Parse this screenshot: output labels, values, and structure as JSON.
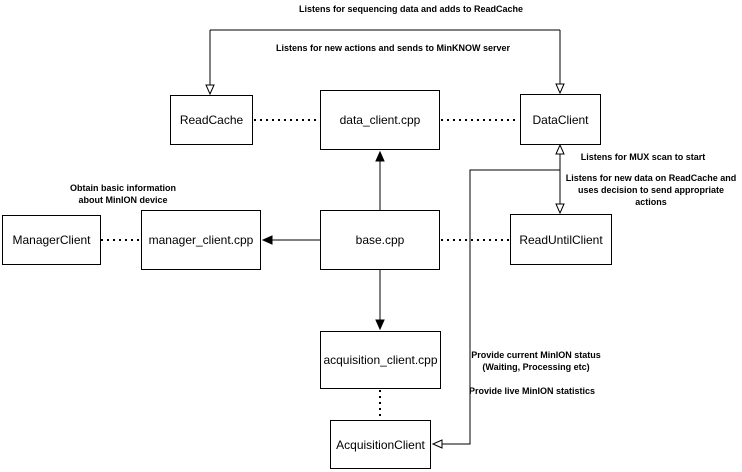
{
  "diagram": {
    "title": "Read-until client architecture diagram",
    "colors": {
      "stroke": "#000000",
      "node_fill": "#ffffff",
      "text": "#000000",
      "background": "#ffffff"
    },
    "nodes": [
      {
        "id": "readcache",
        "label": "ReadCache"
      },
      {
        "id": "data_client_cpp",
        "label": "data_client.cpp"
      },
      {
        "id": "dataclient",
        "label": "DataClient"
      },
      {
        "id": "managerclient",
        "label": "ManagerClient"
      },
      {
        "id": "manager_client_cpp",
        "label": "manager_client.cpp"
      },
      {
        "id": "base_cpp",
        "label": "base.cpp"
      },
      {
        "id": "readuntilclient",
        "label": "ReadUntilClient"
      },
      {
        "id": "acquisition_client_cpp",
        "label": "acquisition_client.cpp"
      },
      {
        "id": "acquisitionclient",
        "label": "AcquisitionClient"
      }
    ],
    "annotations": [
      {
        "id": "top-label",
        "text": "Listens for sequencing data and adds to ReadCache"
      },
      {
        "id": "minknow-label",
        "text": "Listens for new actions and sends to MinKNOW server"
      },
      {
        "id": "manager-label",
        "text": "Obtain basic information\nabout MinION device"
      },
      {
        "id": "mux-label",
        "text": "Listens for MUX scan to start"
      },
      {
        "id": "readuntil-label",
        "text": "Listens for new data on ReadCache and\nuses decision to send appropriate actions"
      },
      {
        "id": "status-label",
        "text": "Provide current MinION status\n(Waiting, Processing etc)"
      },
      {
        "id": "stats-label",
        "text": "Provide live MinION statistics"
      }
    ],
    "edges": [
      {
        "from": "data_client_cpp",
        "to": "readcache",
        "style": "solid",
        "arrow": "hollow"
      },
      {
        "from": "data_client_cpp",
        "to": "dataclient",
        "style": "solid",
        "arrow": "hollow"
      },
      {
        "from": "readcache",
        "to": "data_client_cpp",
        "style": "dotted",
        "arrow": "none"
      },
      {
        "from": "data_client_cpp",
        "to": "dataclient",
        "style": "dotted",
        "arrow": "none"
      },
      {
        "from": "dataclient",
        "to": "readuntilclient",
        "style": "solid",
        "arrow": "hollow-both"
      },
      {
        "from": "managerclient",
        "to": "manager_client_cpp",
        "style": "dotted",
        "arrow": "none"
      },
      {
        "from": "base_cpp",
        "to": "manager_client_cpp",
        "style": "solid",
        "arrow": "filled"
      },
      {
        "from": "base_cpp",
        "to": "data_client_cpp",
        "style": "solid",
        "arrow": "filled"
      },
      {
        "from": "base_cpp",
        "to": "readuntilclient",
        "style": "dotted",
        "arrow": "none"
      },
      {
        "from": "base_cpp",
        "to": "acquisition_client_cpp",
        "style": "solid",
        "arrow": "filled"
      },
      {
        "from": "acquisition_client_cpp",
        "to": "acquisitionclient",
        "style": "dotted",
        "arrow": "none"
      },
      {
        "from": "dataclient-readuntil-link",
        "to": "acquisitionclient",
        "style": "solid",
        "arrow": "hollow"
      }
    ]
  }
}
